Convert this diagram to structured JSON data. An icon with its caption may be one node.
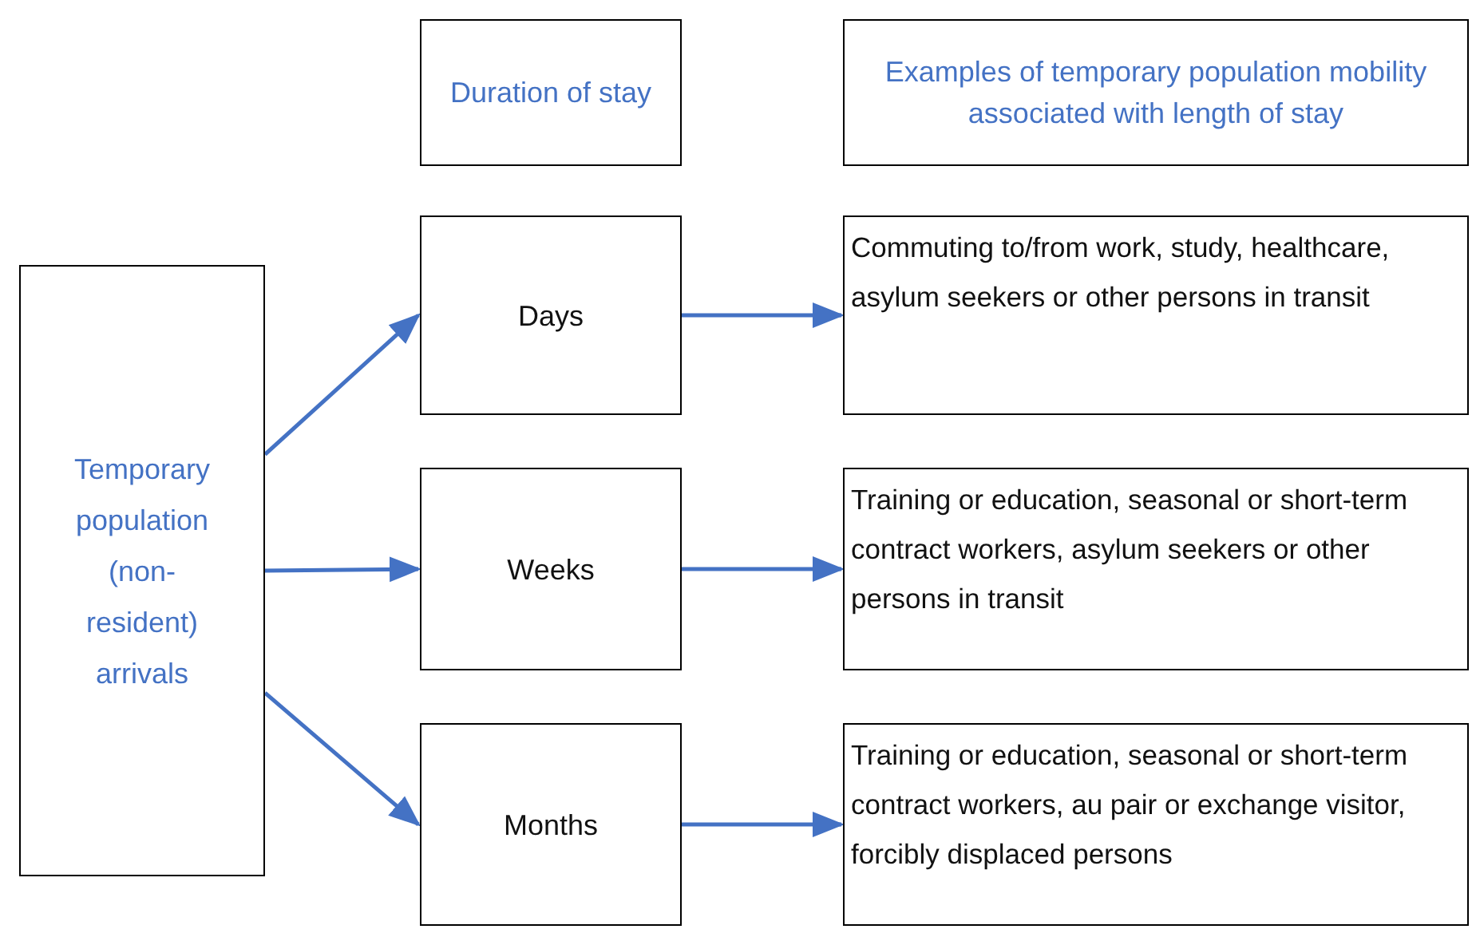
{
  "diagram": {
    "nodes": [
      {
        "text": [
          "Duration of stay"
        ]
      },
      {
        "text": [
          "Examples of temporary population mobility associated with length of stay"
        ]
      },
      {
        "text": [
          "Temporary population (non-resident) arrivals"
        ]
      },
      {
        "text": [
          "Days"
        ]
      },
      {
        "text": [
          "Commuting to/from work, study, healthcare, asylum seekers or other persons in transit"
        ]
      },
      {
        "text": [
          "Weeks"
        ]
      },
      {
        "text": [
          "Training or education, seasonal or short-term contract workers, asylum seekers or other persons in transit"
        ]
      },
      {
        "text": [
          "Months"
        ]
      },
      {
        "text": [
          "Training or education, seasonal or short-term contract workers, au pair or exchange visitor, forcibly displaced persons"
        ]
      }
    ],
    "edges": [
      {
        "from": 2,
        "to": 3,
        "arrow": "to"
      },
      {
        "from": 2,
        "to": 5,
        "arrow": "to"
      },
      {
        "from": 2,
        "to": 7,
        "arrow": "to"
      },
      {
        "from": 3,
        "to": 4,
        "arrow": "to"
      },
      {
        "from": 5,
        "to": 6,
        "arrow": "to"
      },
      {
        "from": 7,
        "to": 8,
        "arrow": "to"
      }
    ]
  }
}
